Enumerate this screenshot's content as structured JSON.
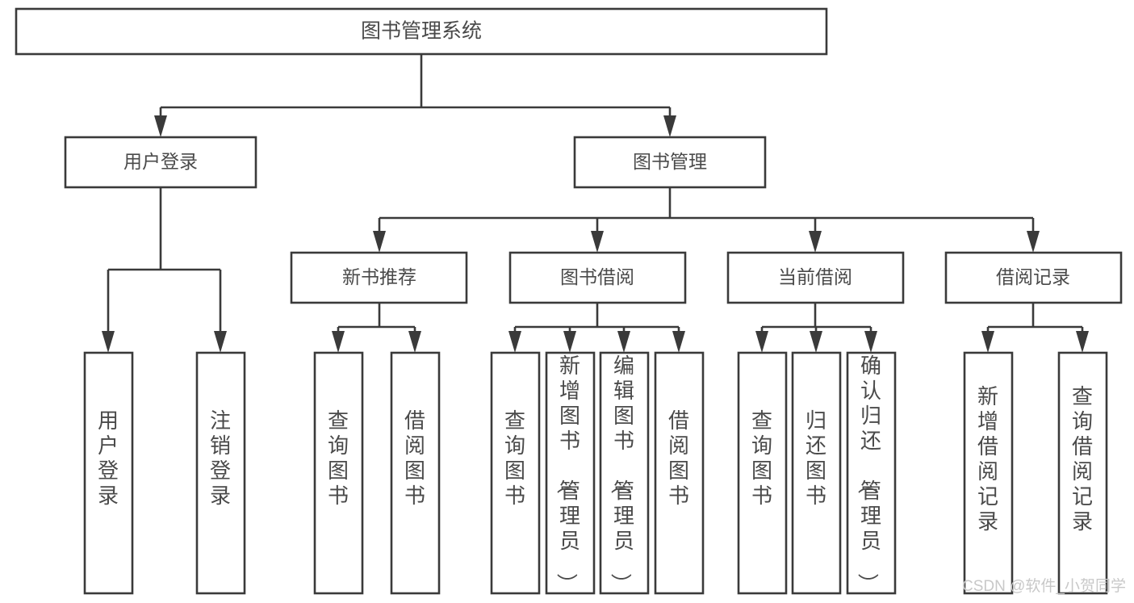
{
  "diagram": {
    "type": "tree-hierarchy",
    "title": "图书管理系统",
    "root": {
      "id": "root",
      "label": "图书管理系统",
      "orientation": "horizontal"
    },
    "level2": [
      {
        "id": "user-login",
        "label": "用户登录",
        "orientation": "horizontal"
      },
      {
        "id": "book-management",
        "label": "图书管理",
        "orientation": "horizontal"
      }
    ],
    "level3": [
      {
        "id": "new-book-recommend",
        "label": "新书推荐",
        "orientation": "horizontal",
        "parent": "book-management"
      },
      {
        "id": "book-borrow",
        "label": "图书借阅",
        "orientation": "horizontal",
        "parent": "book-management"
      },
      {
        "id": "current-borrow",
        "label": "当前借阅",
        "orientation": "horizontal",
        "parent": "book-management"
      },
      {
        "id": "borrow-record",
        "label": "借阅记录",
        "orientation": "horizontal",
        "parent": "book-management"
      }
    ],
    "leaves": [
      {
        "id": "leaf-user-login",
        "label": "用户登录",
        "orientation": "vertical",
        "parent": "user-login"
      },
      {
        "id": "leaf-user-logout",
        "label": "注销登录",
        "orientation": "vertical",
        "parent": "user-login"
      },
      {
        "id": "leaf-query-book-1",
        "label": "查询图书",
        "orientation": "vertical",
        "parent": "new-book-recommend"
      },
      {
        "id": "leaf-borrow-book-1",
        "label": "借阅图书",
        "orientation": "vertical",
        "parent": "new-book-recommend"
      },
      {
        "id": "leaf-query-book-2",
        "label": "查询图书",
        "orientation": "vertical",
        "parent": "book-borrow"
      },
      {
        "id": "leaf-add-book",
        "label": "新增图书（管理员）",
        "orientation": "vertical",
        "parent": "book-borrow"
      },
      {
        "id": "leaf-edit-book",
        "label": "编辑图书（管理员）",
        "orientation": "vertical",
        "parent": "book-borrow"
      },
      {
        "id": "leaf-borrow-book-2",
        "label": "借阅图书",
        "orientation": "vertical",
        "parent": "book-borrow"
      },
      {
        "id": "leaf-query-book-3",
        "label": "查询图书",
        "orientation": "vertical",
        "parent": "current-borrow"
      },
      {
        "id": "leaf-return-book",
        "label": "归还图书",
        "orientation": "vertical",
        "parent": "current-borrow"
      },
      {
        "id": "leaf-confirm-return",
        "label": "确认归还（管理员）",
        "orientation": "vertical",
        "parent": "current-borrow"
      },
      {
        "id": "leaf-add-record",
        "label": "新增借阅记录",
        "orientation": "vertical",
        "parent": "borrow-record"
      },
      {
        "id": "leaf-query-record",
        "label": "查询借阅记录",
        "orientation": "vertical",
        "parent": "borrow-record"
      }
    ],
    "watermark": "CSDN @软件_小贺同学",
    "colors": {
      "box_stroke": "#3a3a3a",
      "box_fill": "#ffffff",
      "text": "#4a4a4a",
      "connector": "#3a3a3a",
      "background": "#ffffff",
      "watermark": "#c8c8c8"
    }
  }
}
